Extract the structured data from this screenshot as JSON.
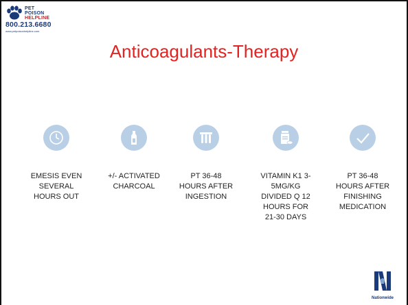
{
  "logo": {
    "brand_line1": "PET",
    "brand_line2": "POISON",
    "brand_line3": "HELPLINE",
    "phone": "800.213.6680",
    "url": "www.petpoisonhelpline.com"
  },
  "title": "Anticoagulants-Therapy",
  "colors": {
    "title": "#e32222",
    "icon_circle": "#b9cfe6",
    "icon_fg": "#ffffff",
    "brand_blue": "#1a3a7a"
  },
  "steps": [
    {
      "icon": "clock-icon",
      "label_lines": [
        "EMESIS EVEN",
        "SEVERAL",
        "HOURS OUT"
      ]
    },
    {
      "icon": "bottle-icon",
      "label_lines": [
        "+/- ACTIVATED",
        "CHARCOAL"
      ]
    },
    {
      "icon": "test-tubes-icon",
      "label_lines": [
        "PT 36-48",
        "HOURS AFTER",
        "INGESTION"
      ]
    },
    {
      "icon": "medication-icon",
      "label_lines": [
        "VITAMIN K1 3-",
        "5MG/KG",
        "DIVIDED Q 12",
        "HOURS FOR",
        "21-30 DAYS"
      ]
    },
    {
      "icon": "checkmark-icon",
      "label_lines": [
        "PT 36-48",
        "HOURS AFTER",
        "FINISHING",
        "MEDICATION"
      ]
    }
  ],
  "footer_logo": {
    "text": "Nationwide"
  }
}
